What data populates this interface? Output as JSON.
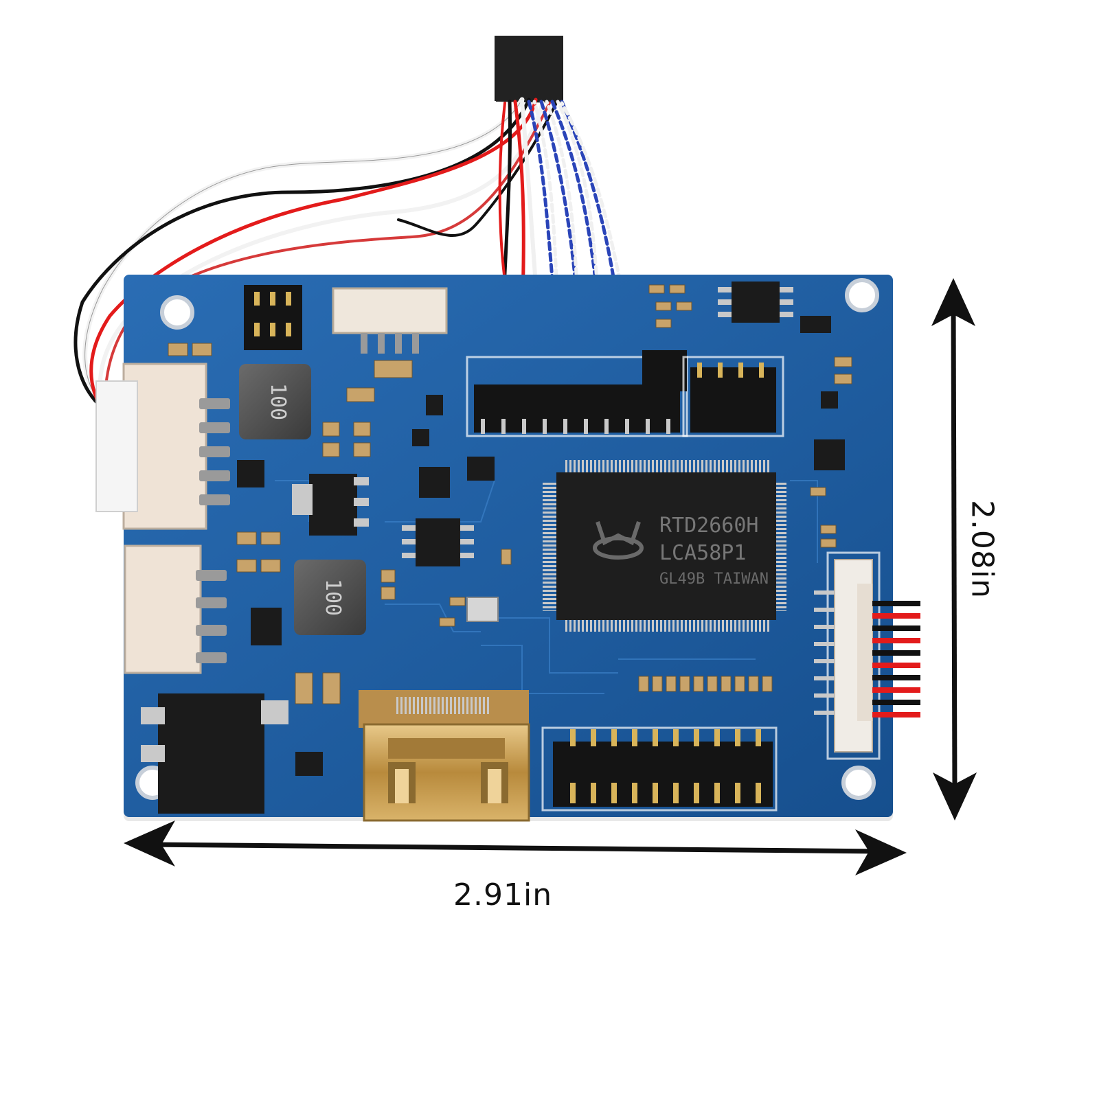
{
  "photo": {
    "subject": "LCD controller board",
    "board_color": "#1d5fa3",
    "chip": {
      "line1": "RTD2660H",
      "line2": "LCA58P1",
      "line3": "GL49B TAIWAN"
    },
    "inductor_top_marking": "100",
    "inductor_bottom_marking": "100"
  },
  "dimensions": {
    "width_label": "2.91in",
    "height_label": "2.08in"
  }
}
